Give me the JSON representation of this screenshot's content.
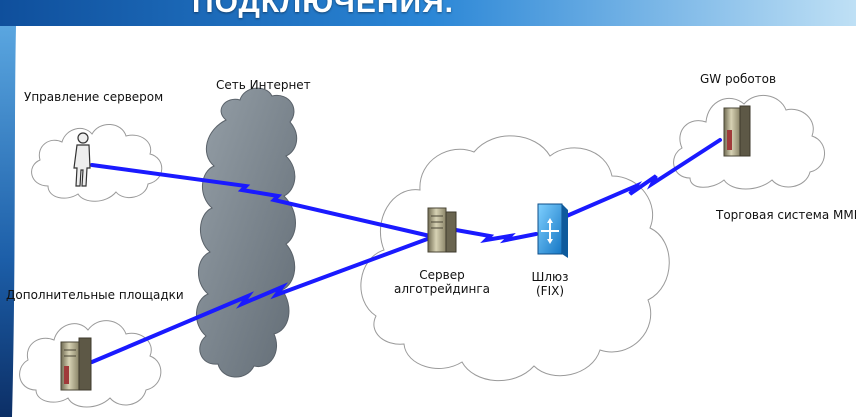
{
  "header": {
    "title": "ПОДКЛЮЧЕНИЯ."
  },
  "diagram": {
    "labels": {
      "server_management": "Управление сервером",
      "internet": "Сеть Интернет",
      "gw_robots": "GW роботов",
      "trading_system": "Торговая система ММВБ",
      "additional_sites": "Дополнительные площадки",
      "algo_server_line1": "Сервер",
      "algo_server_line2": "алготрейдинга",
      "gateway_line1": "Шлюз",
      "gateway_line2": "(FIX)"
    },
    "icons": [
      "person-icon",
      "server-icon",
      "gateway-icon",
      "cloud-icon"
    ],
    "colors": {
      "link": "#1a1aff",
      "internet_cloud": "#7f8a93",
      "cloud_outline": "#9a9a9a",
      "banner_top": "#1a6fc0",
      "banner_left": "#0f4f9c"
    }
  }
}
